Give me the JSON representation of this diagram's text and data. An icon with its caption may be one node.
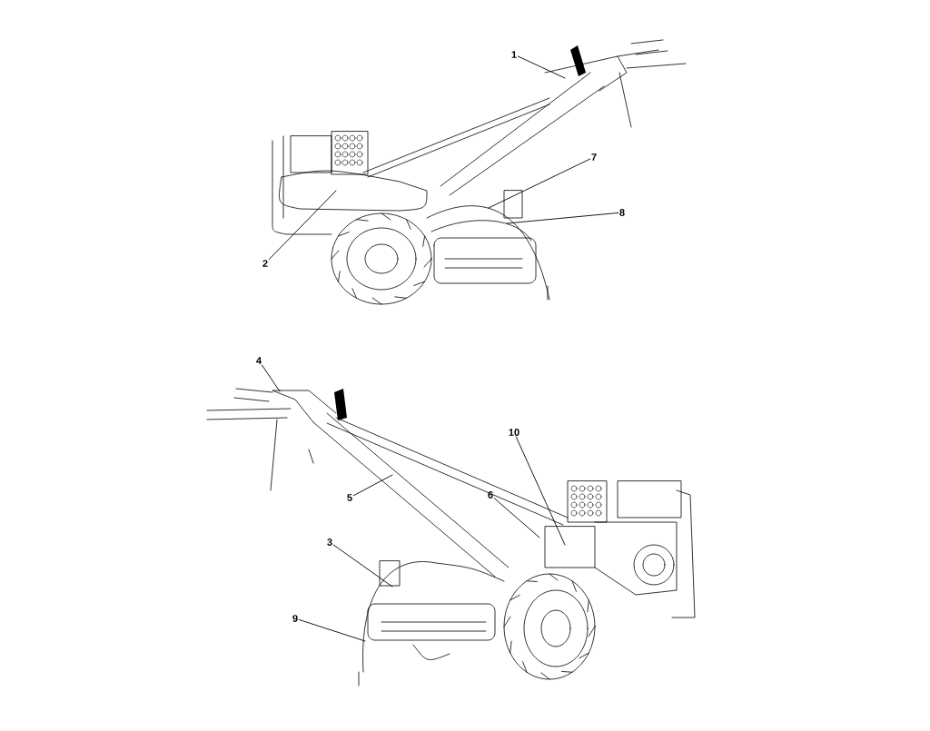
{
  "diagram": {
    "nodes": [
      {
        "text": [
          "1"
        ]
      },
      {
        "text": [
          "7"
        ]
      },
      {
        "text": [
          "8"
        ]
      },
      {
        "text": [
          "2"
        ]
      },
      {
        "text": [
          "4"
        ]
      },
      {
        "text": [
          "10"
        ]
      },
      {
        "text": [
          "6"
        ]
      },
      {
        "text": [
          "5"
        ]
      },
      {
        "text": [
          "3"
        ]
      },
      {
        "text": [
          "9"
        ]
      }
    ],
    "edges": [
      {
        "from": 0,
        "to": null,
        "arrow": "none"
      },
      {
        "from": 1,
        "to": null,
        "arrow": "none"
      },
      {
        "from": 2,
        "to": null,
        "arrow": "none"
      },
      {
        "from": 3,
        "to": null,
        "arrow": "none"
      },
      {
        "from": 4,
        "to": null,
        "arrow": "none"
      },
      {
        "from": 5,
        "to": null,
        "arrow": "none"
      },
      {
        "from": 6,
        "to": null,
        "arrow": "none"
      },
      {
        "from": 7,
        "to": null,
        "arrow": "none"
      },
      {
        "from": 8,
        "to": null,
        "arrow": "none"
      },
      {
        "from": 9,
        "to": null,
        "arrow": "none"
      }
    ]
  }
}
